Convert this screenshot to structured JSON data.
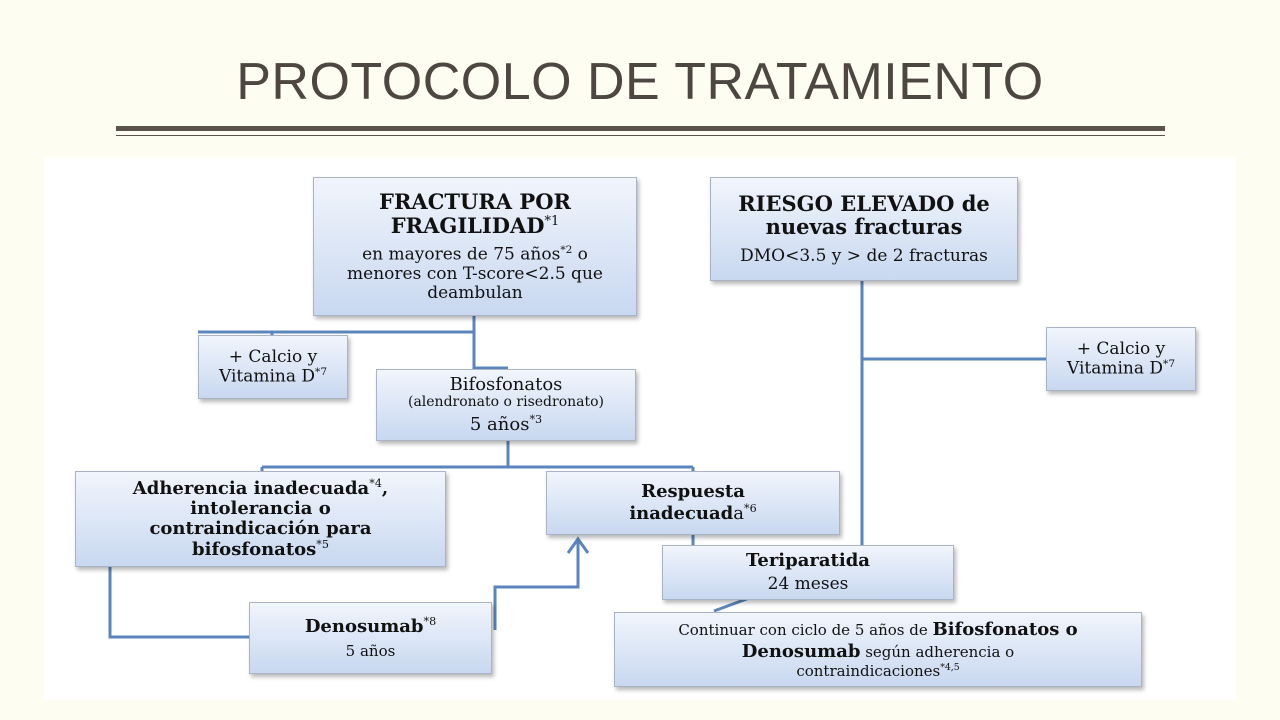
{
  "title": "PROTOCOLO DE TRATAMIENTO",
  "colors": {
    "connector": "#5b86bd",
    "title": "#4d4641",
    "rule": "#5b524c"
  },
  "fractura": {
    "heading_line1": "FRACTURA POR",
    "heading_line2": "FRAGILIDAD",
    "heading_sup": "*1",
    "line1_pre": "en mayores de 75 años",
    "line1_sup": "*2",
    "line1_post": " o",
    "line2": "menores con T-score<2.5 que",
    "line3": "deambulan"
  },
  "riesgo": {
    "heading_line1": "RIESGO ELEVADO de",
    "heading_line2": "nuevas fracturas",
    "detail": "DMO<3.5 y > de 2 fracturas"
  },
  "calcio_left": {
    "line1": "+ Calcio y",
    "line2": "Vitamina D",
    "sup": "*7"
  },
  "calcio_right": {
    "line1": "+ Calcio y",
    "line2": "Vitamina D",
    "sup": "*7"
  },
  "bifosfonatos": {
    "heading": "Bifosfonatos",
    "detail": "(alendronato o risedronato)",
    "duration": "5 años",
    "sup": "*3"
  },
  "adherencia": {
    "line1": "Adherencia inadecuada",
    "line1_sup": "*4",
    "line1_post": ",",
    "line2": "intolerancia o",
    "line3": "contraindicación para",
    "line4": "bifosfonatos",
    "line4_sup": "*5"
  },
  "respuesta": {
    "line1": "Respuesta",
    "line2_bold": "inadecuad",
    "line2_rest": "a",
    "sup": "*6"
  },
  "teriparatida": {
    "heading": "Teriparatida",
    "duration": "24 meses"
  },
  "denosumab": {
    "heading": "Denosumab",
    "sup": "*8",
    "duration": "5 años"
  },
  "continuar": {
    "pre": "Continuar con ciclo de 5 años de ",
    "bold1": "Bifosfonatos o",
    "bold2": "Denosumab",
    "mid": " según adherencia o",
    "line3": "contraindicaciones",
    "sup": "*4,5"
  }
}
